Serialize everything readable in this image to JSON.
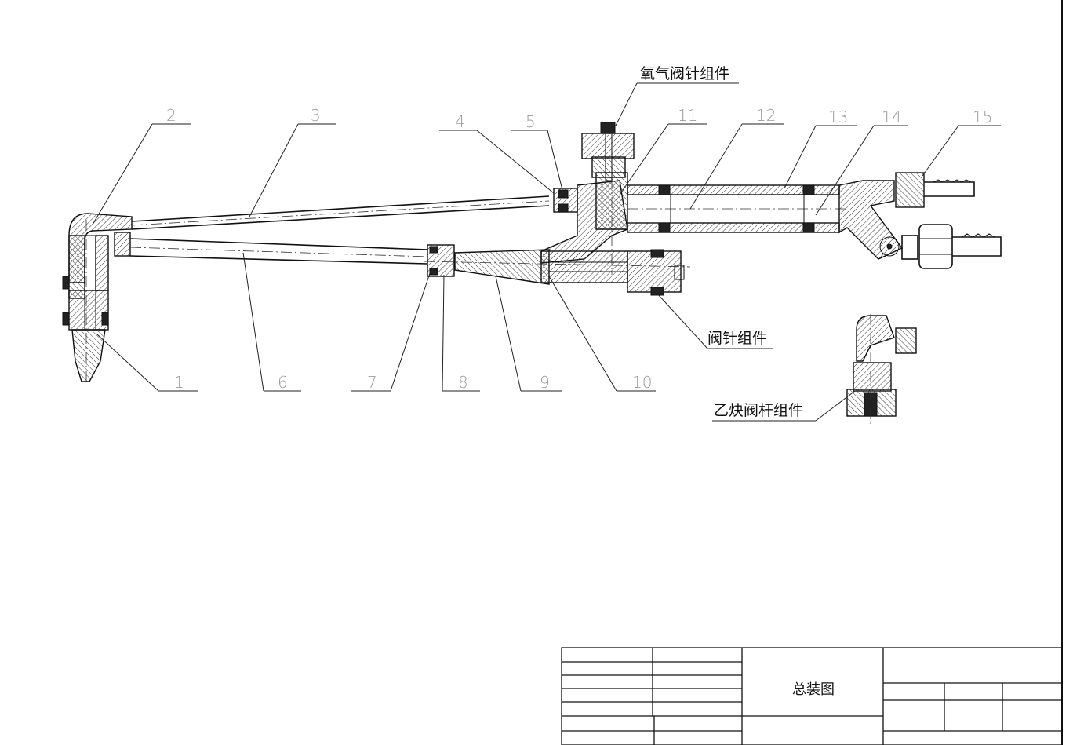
{
  "callouts": [
    {
      "id": "1",
      "text": "1"
    },
    {
      "id": "2",
      "text": "2"
    },
    {
      "id": "3",
      "text": "3"
    },
    {
      "id": "4",
      "text": "4"
    },
    {
      "id": "5",
      "text": "5"
    },
    {
      "id": "6",
      "text": "6"
    },
    {
      "id": "7",
      "text": "7"
    },
    {
      "id": "8",
      "text": "8"
    },
    {
      "id": "9",
      "text": "9"
    },
    {
      "id": "10",
      "text": "10"
    },
    {
      "id": "11",
      "text": "11"
    },
    {
      "id": "12",
      "text": "12"
    },
    {
      "id": "13",
      "text": "13"
    },
    {
      "id": "14",
      "text": "14"
    },
    {
      "id": "15",
      "text": "15"
    }
  ],
  "labels": {
    "oxygen_valve_needle_assembly": "氧气阀针组件",
    "valve_needle_assembly": "阀针组件",
    "acetylene_valve_stem_assembly": "乙炔阀杆组件"
  },
  "title_block": {
    "title": "总装图"
  }
}
